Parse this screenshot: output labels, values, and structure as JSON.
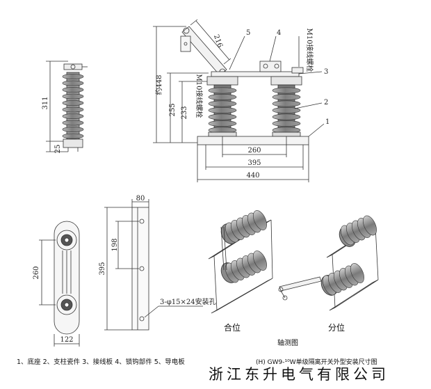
{
  "dims": {
    "side_total_height": "311",
    "side_base_height": "25",
    "front_pitch": "260",
    "front_inner_width": "395",
    "front_total_width": "440",
    "arm_length": "216",
    "total_height": "约448",
    "insulator_height_a": "255",
    "insulator_height_b": "233",
    "bolt_label_a": "M10接线螺栓",
    "bolt_label_b": "M10接线螺栓",
    "top_width": "122",
    "top_pitch": "260",
    "plate_width": "80",
    "plate_hole_pitch": "198",
    "plate_height": "395",
    "hole_spec": "3-φ15×24安装孔"
  },
  "callouts": [
    "1",
    "2",
    "3",
    "4",
    "5"
  ],
  "iso": {
    "closed_label": "合位",
    "open_label": "分位",
    "axonometric_label": "轴测图"
  },
  "legend": "1、底座 2、支柱瓷件 3、接线板 4、锁钩部件 5、导电板",
  "caption": "(H) GW9-¹⁰W单级隔离开关外型安装尺寸图",
  "watermark": "浙江东升电气有限公司",
  "colors": {
    "line": "#333333",
    "shed_fill": "#8c8c8c",
    "shed_light": "#d6d6d6",
    "watermark": "#9a9a9a"
  }
}
